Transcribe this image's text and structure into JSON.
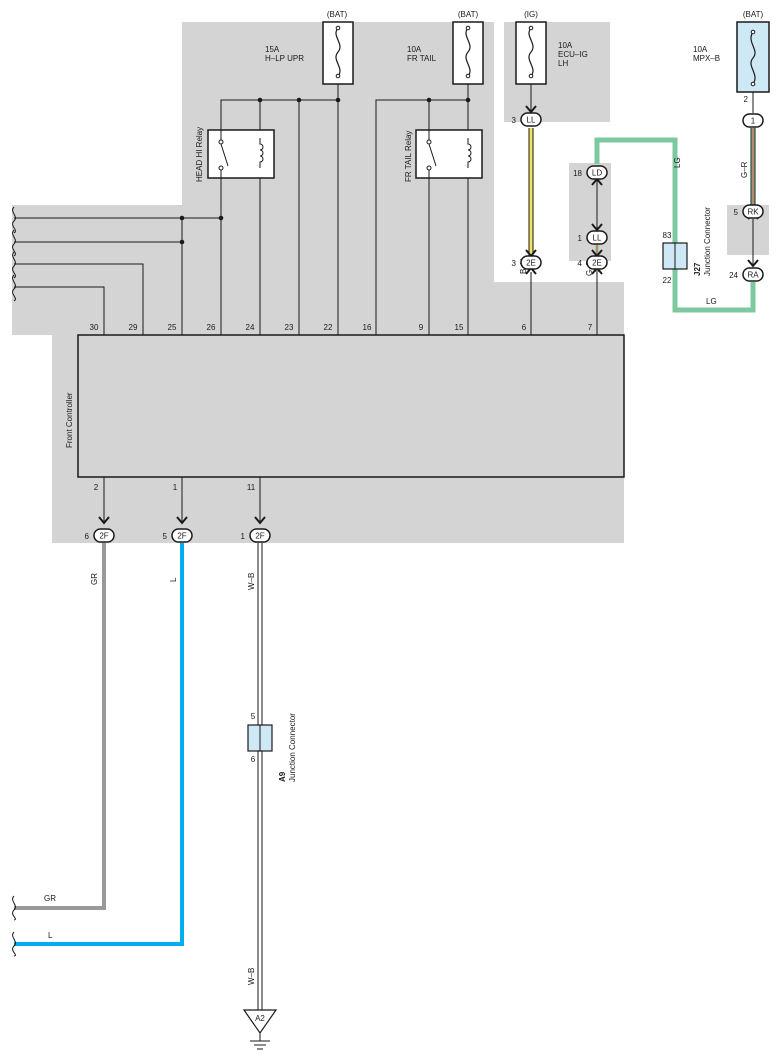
{
  "fuses": {
    "hlp": {
      "source": "(BAT)",
      "rating": "15A",
      "name": "H–LP UPR"
    },
    "frtail": {
      "source": "(BAT)",
      "rating": "10A",
      "name": "FR TAIL"
    },
    "ecuig": {
      "source": "(IG)",
      "rating": "10A",
      "name1": "ECU–IG",
      "name2": "LH"
    },
    "mpxb": {
      "source": "(BAT)",
      "rating": "10A",
      "name": "MPX–B"
    }
  },
  "relays": {
    "head_hi": "HEAD HI Relay",
    "fr_tail": "FR TAIL Relay"
  },
  "controller": {
    "label": "Front Controller",
    "top_pins": [
      "30",
      "29",
      "25",
      "26",
      "24",
      "23",
      "22",
      "16",
      "9",
      "15",
      "6",
      "7"
    ],
    "bottom_pins": [
      "2",
      "1",
      "11"
    ]
  },
  "connectors": {
    "ll_top": {
      "pin": "3",
      "id": "LL"
    },
    "e2_6": {
      "pin": "3",
      "id": "2E"
    },
    "e2_7": {
      "pin": "4",
      "id": "2E"
    },
    "ld": {
      "pin": "18",
      "id": "LD"
    },
    "ll_mid": {
      "pin": "1",
      "id": "LL"
    },
    "mpx1": {
      "pin": "2",
      "id": "1"
    },
    "rk": {
      "pin": "5",
      "id": "RK"
    },
    "ra": {
      "pin": "24",
      "id": "RA"
    },
    "f2_a": {
      "pin": "6",
      "id": "2F"
    },
    "f2_b": {
      "pin": "5",
      "id": "2F"
    },
    "f2_c": {
      "pin": "1",
      "id": "2F"
    }
  },
  "junctions": {
    "j27": {
      "id": "J27",
      "name": "Junction Connector",
      "pin_top": "83",
      "pin_bottom": "22"
    },
    "a9": {
      "id": "A9",
      "name": "Junction Connector",
      "pin_top": "5",
      "pin_bottom": "6"
    }
  },
  "wires": {
    "by": "B–Y",
    "gr_e": "G–R",
    "lg1": "LG",
    "lg2": "LG",
    "gr_m": "G–R",
    "gr": "GR",
    "l": "L",
    "wb1": "W–B",
    "gr2": "GR",
    "l2": "L",
    "wb2": "W–B"
  },
  "ground": {
    "id": "A2"
  },
  "colors": {
    "panel": "#d4d4d4",
    "fuse_bg": "#cfe8f5",
    "yellow": "#f5e25c",
    "green": "#7cc9a0",
    "red": "#e8503a",
    "gray_wire": "#999999",
    "blue_wire": "#00aeef"
  }
}
